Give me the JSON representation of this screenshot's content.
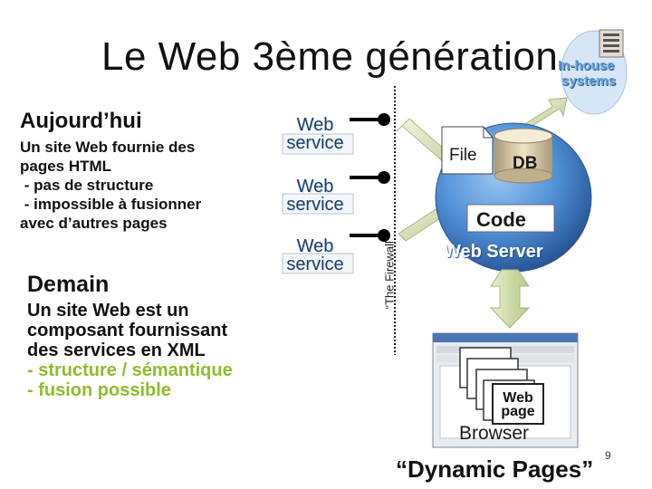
{
  "title": "Le Web 3ème génération",
  "in_house": {
    "line1": "In-house",
    "line2": "systems"
  },
  "today": {
    "heading": "Aujourd’hui",
    "text": "Un site Web fournie des\npages HTML\n - pas de structure\n - impossible à fusionner\navec d’autres pages"
  },
  "tomorrow": {
    "heading": "Demain",
    "text_black": "Un site Web est un\ncomposant fournissant\ndes services en XML",
    "text_green": "- structure / sémantique\n- fusion possible"
  },
  "web_services": [
    {
      "label": "Web\nservice"
    },
    {
      "label": "Web\nservice"
    },
    {
      "label": "Web\nservice"
    }
  ],
  "firewall_label": "“The Firewall”",
  "server": {
    "file": "File",
    "db": "DB",
    "code": "Code",
    "label": "Web Server"
  },
  "browser": {
    "label": "Browser",
    "web_page": "Web\npage"
  },
  "dynamic_pages": "“Dynamic Pages”",
  "page_number": "9",
  "colors": {
    "sphere": "#4f8fd6",
    "arrow": "#c8d8a0",
    "green_text": "#8bbf2a",
    "service_text": "#1a3e6e",
    "in_house": "#6aa0d8"
  },
  "icons": [
    "computer-icon",
    "database-icon",
    "file-icon",
    "browser-window-icon"
  ]
}
